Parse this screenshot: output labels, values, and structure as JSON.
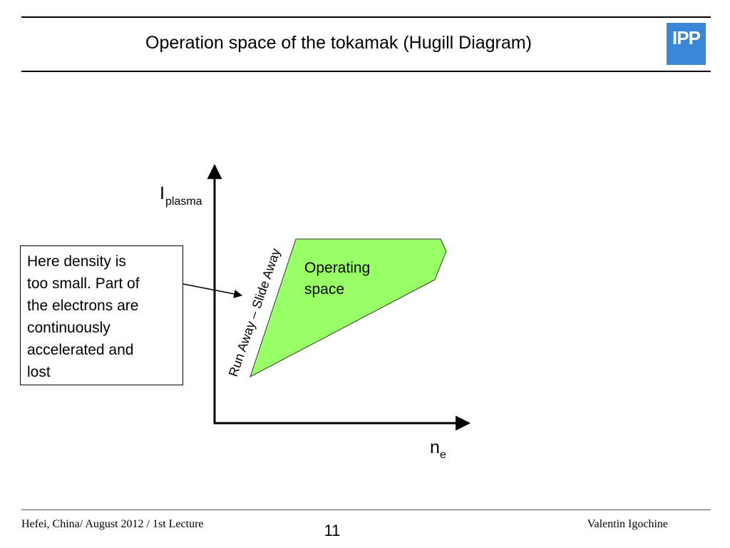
{
  "slide": {
    "title": "Operation space of the tokamak (Hugill Diagram)",
    "logo_text": "IPP",
    "page_number": "11"
  },
  "diagram": {
    "y_axis_label": "I",
    "y_axis_subscript": "plasma",
    "x_axis_label": "n",
    "x_axis_subscript": "e",
    "region_label_lines": [
      "Operating",
      "space"
    ],
    "boundary_label": "Run Away – Slide Away"
  },
  "callout": {
    "lines": [
      "Here density is",
      "too small. Part of",
      "the electrons are",
      "continuously",
      "accelerated and",
      "lost"
    ]
  },
  "footer": {
    "left": "Hefei, China/ August 2012 / 1st Lecture",
    "right": "Valentin Igochine"
  },
  "colors": {
    "logo_blue": "#3b86d8",
    "region_fill": "#99ff66",
    "rules": "#000000"
  }
}
